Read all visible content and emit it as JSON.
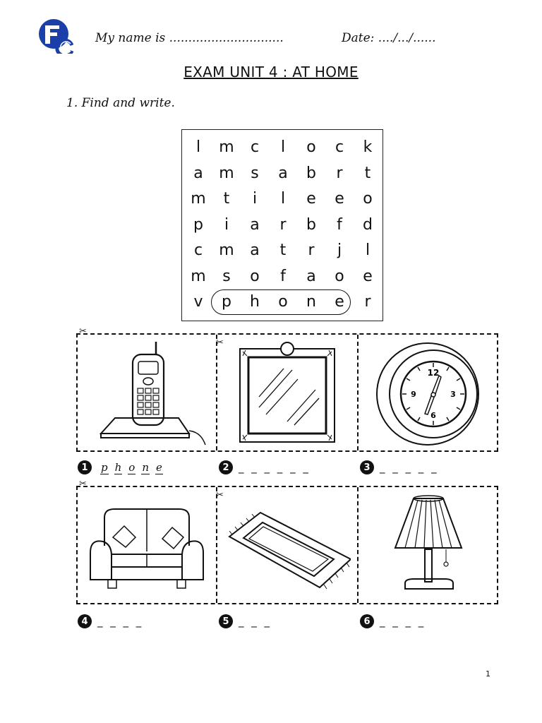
{
  "header": {
    "logo_letters": "FC",
    "name_line": "My name is ..............................",
    "date_line": "Date: ..../.../......"
  },
  "title": "EXAM UNIT 4 : AT HOME",
  "instruction": "1. Find and write.",
  "wordsearch": {
    "rows": [
      [
        "l",
        "m",
        "c",
        "l",
        "o",
        "c",
        "k"
      ],
      [
        "a",
        "m",
        "s",
        "a",
        "b",
        "r",
        "t"
      ],
      [
        "m",
        "t",
        "i",
        "l",
        "e",
        "e",
        "o"
      ],
      [
        "p",
        "i",
        "a",
        "r",
        "b",
        "f",
        "d"
      ],
      [
        "c",
        "m",
        "a",
        "t",
        "r",
        "j",
        "l"
      ],
      [
        "m",
        "s",
        "o",
        "f",
        "a",
        "o",
        "e"
      ],
      [
        "v",
        "p",
        "h",
        "o",
        "n",
        "e",
        "r"
      ]
    ],
    "circled_word": "phone"
  },
  "items": [
    {
      "number": "1",
      "picture": "phone-icon",
      "answer_letters": [
        "p",
        "h",
        "o",
        "n",
        "e"
      ],
      "blanks": ""
    },
    {
      "number": "2",
      "picture": "mirror-icon",
      "answer_letters": [],
      "blanks": "_ _ _ _ _ _"
    },
    {
      "number": "3",
      "picture": "clock-icon",
      "answer_letters": [],
      "blanks": "_ _ _ _ _"
    },
    {
      "number": "4",
      "picture": "sofa-icon",
      "answer_letters": [],
      "blanks": "_ _ _ _"
    },
    {
      "number": "5",
      "picture": "rug-icon",
      "answer_letters": [],
      "blanks": "_ _ _"
    },
    {
      "number": "6",
      "picture": "lamp-icon",
      "answer_letters": [],
      "blanks": "_ _ _ _"
    }
  ],
  "clock_numbers": [
    "12",
    "3",
    "6",
    "9"
  ],
  "page_number": "1",
  "colors": {
    "logo_blue": "#1a3fa8",
    "ink": "#111111"
  }
}
